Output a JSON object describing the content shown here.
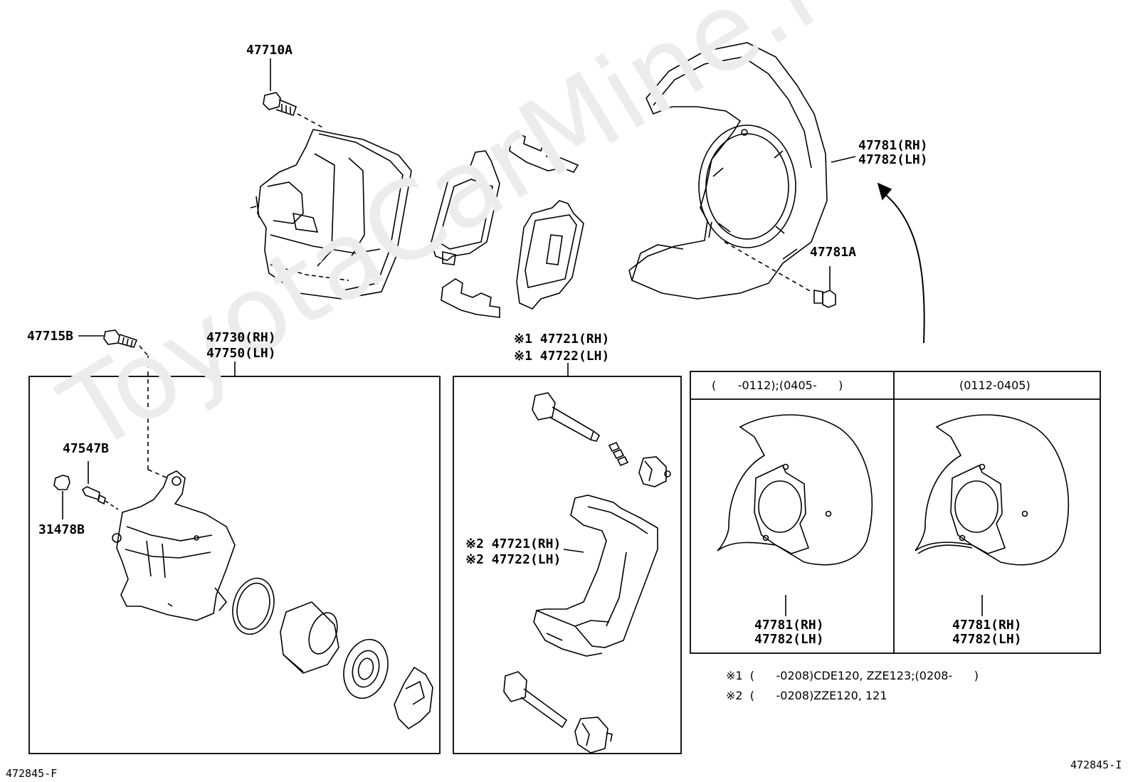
{
  "watermark": "ToyotaCarMine.ru",
  "labels": {
    "p47710A": "47710A",
    "p47781_rh_top": "47781(RH)",
    "p47782_lh_top": "47782(LH)",
    "p47781A": "47781A",
    "p47715B": "47715B",
    "p47730_rh": "47730(RH)",
    "p47750_lh": "47750(LH)",
    "p47721_rh_1": "※1 47721(RH)",
    "p47722_lh_1": "※1 47722(LH)",
    "p47547B": "47547B",
    "p31478B": "31478B",
    "p47721_rh_2": "※2 47721(RH)",
    "p47722_lh_2": "※2 47722(LH)",
    "p47781_rh_box1": "47781(RH)",
    "p47782_lh_box1": "47782(LH)",
    "p47781_rh_box2": "47781(RH)",
    "p47782_lh_box2": "47782(LH)"
  },
  "panel_headers": {
    "left": "(      -0112);(0405-      )",
    "right": "(0112-0405)"
  },
  "notes": {
    "note1": "※1  (      -0208)CDE120, ZZE123;(0208-      )",
    "note2": "※2  (      -0208)ZZE120, 121"
  },
  "codes": {
    "bottom_left": "472845-F",
    "bottom_right": "472845-I"
  }
}
